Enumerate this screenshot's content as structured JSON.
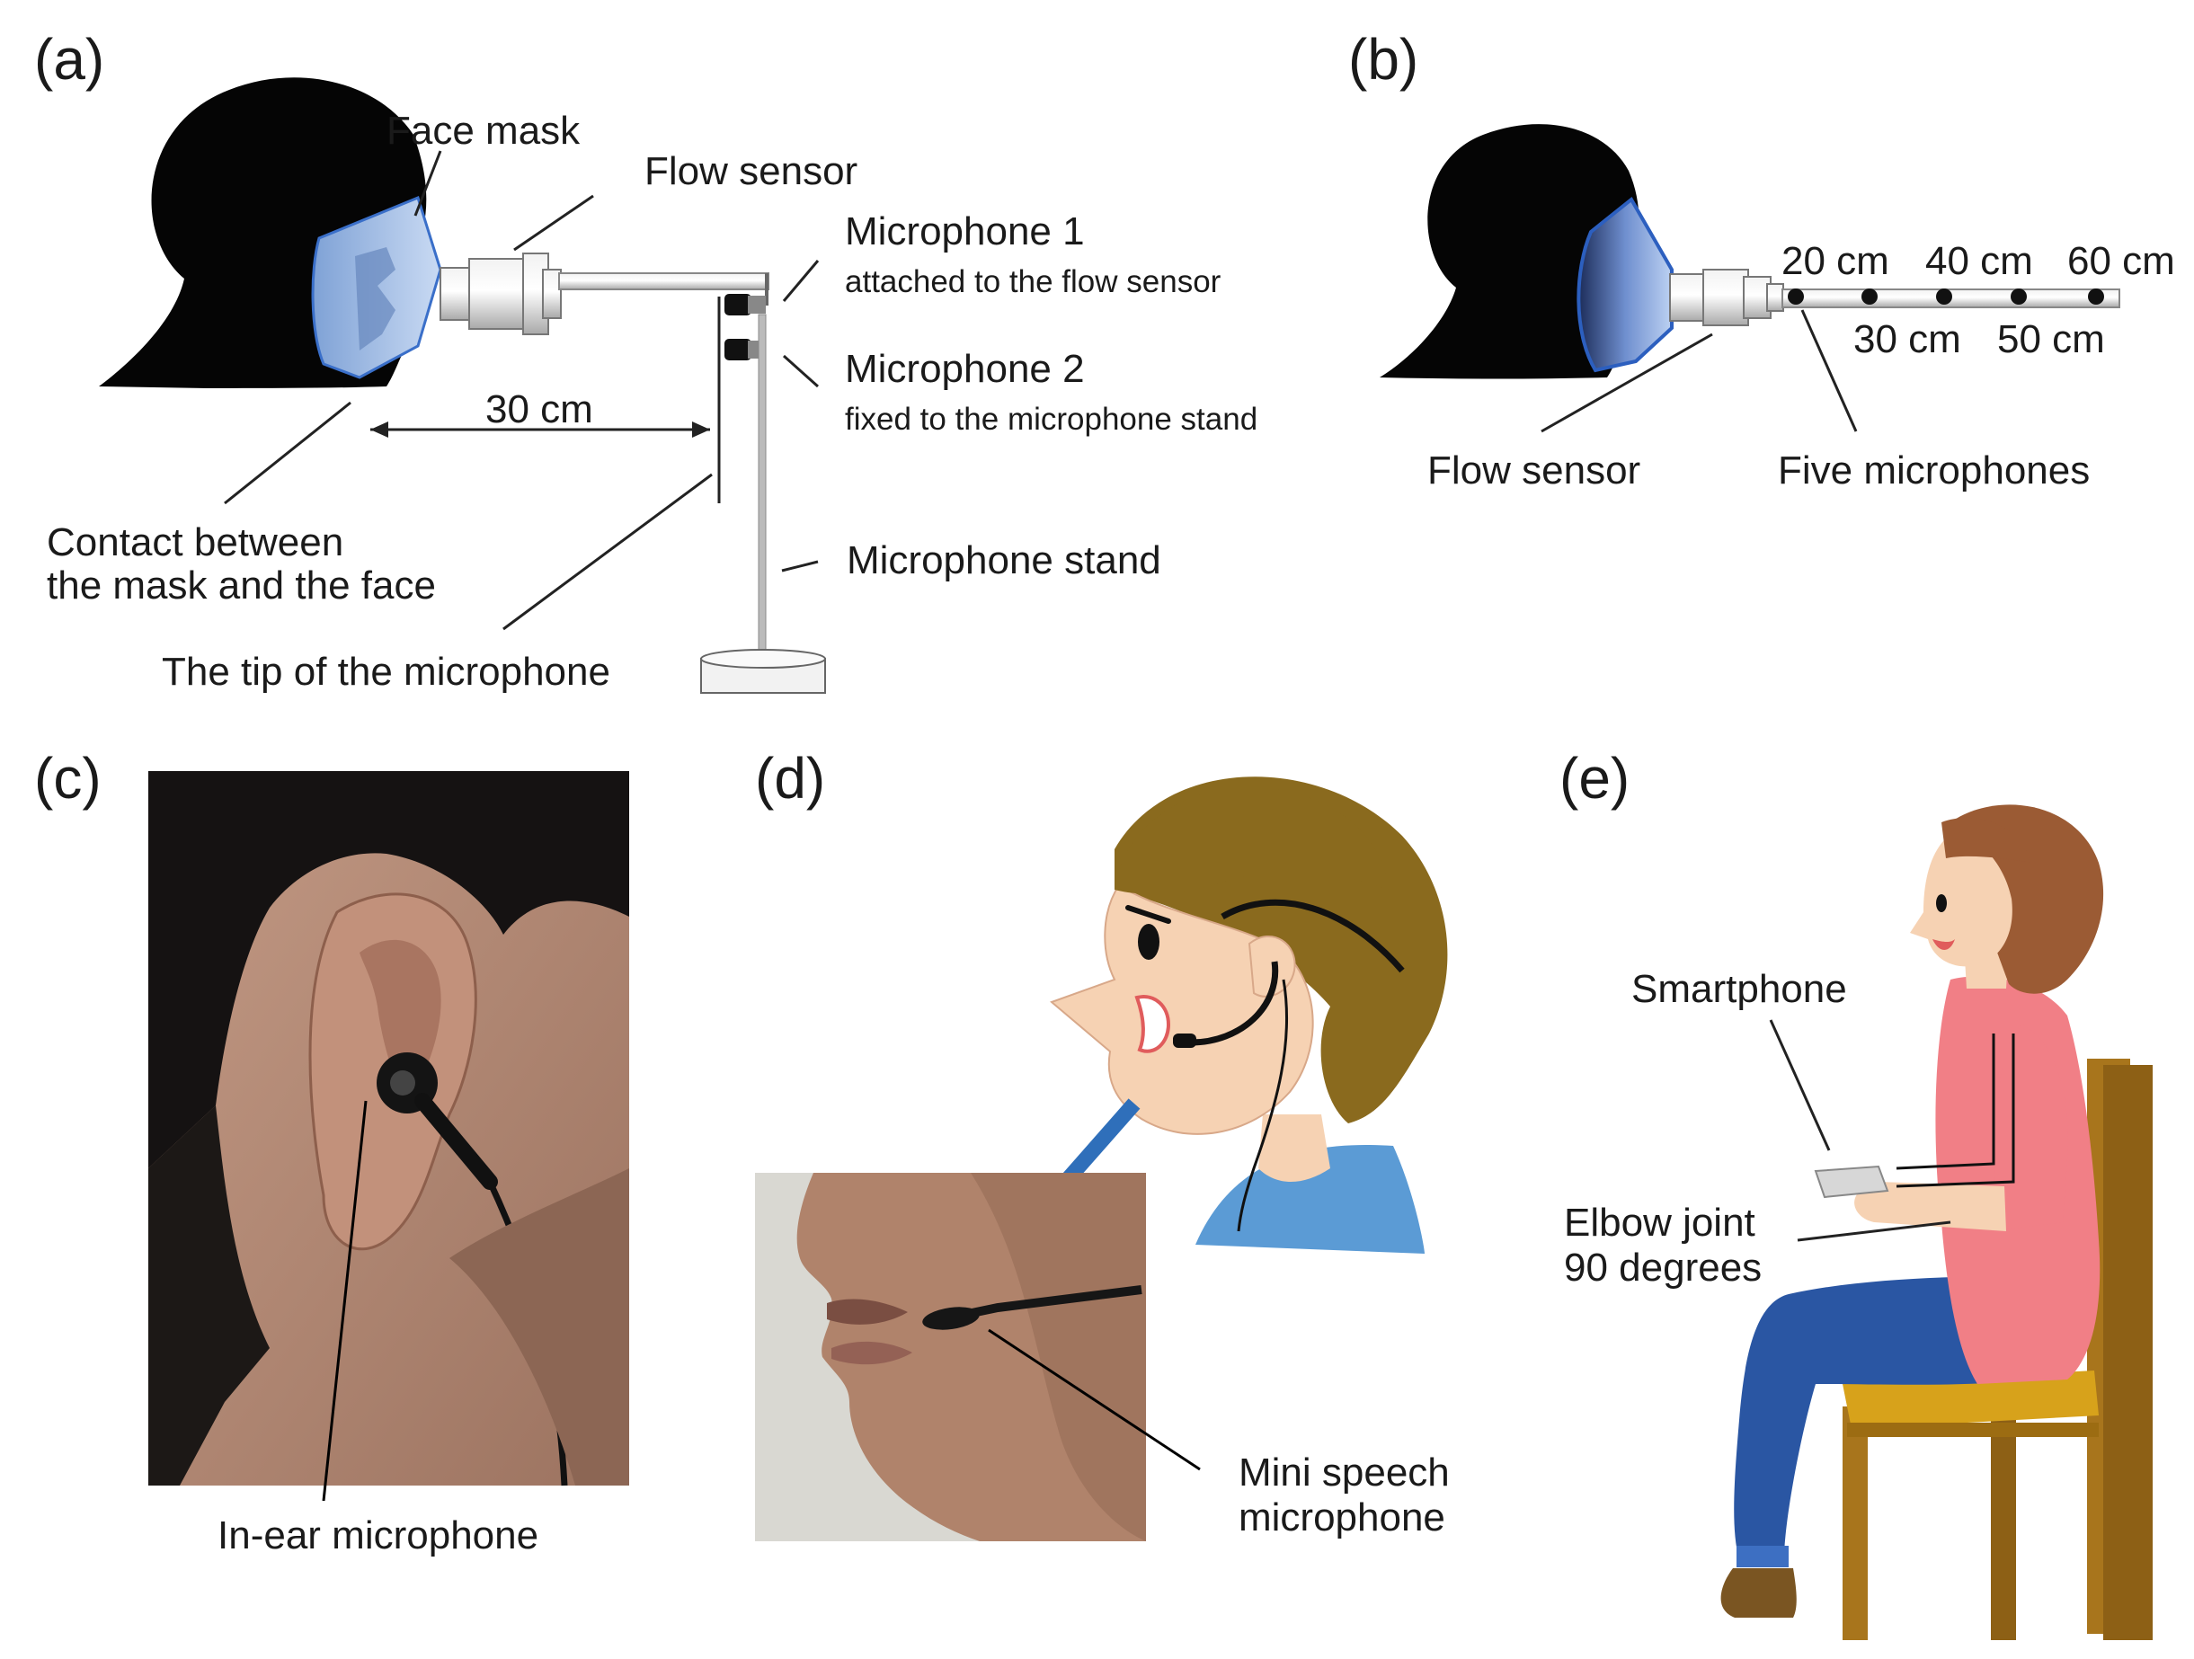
{
  "panel_labels": {
    "a": "(a)",
    "b": "(b)",
    "c": "(c)",
    "d": "(d)",
    "e": "(e)"
  },
  "panel_a": {
    "face_mask": "Face mask",
    "flow_sensor": "Flow sensor",
    "mic1_title": "Microphone 1",
    "mic1_sub": "attached to the flow sensor",
    "mic2_title": "Microphone 2",
    "mic2_sub": "fixed to the microphone stand",
    "distance": "30 cm",
    "contact_line1": "Contact between",
    "contact_line2": "the mask and the face",
    "mic_stand": "Microphone stand",
    "mic_tip": "The tip of the microphone"
  },
  "panel_b": {
    "d20": "20 cm",
    "d30": "30 cm",
    "d40": "40 cm",
    "d50": "50 cm",
    "d60": "60 cm",
    "flow_sensor": "Flow sensor",
    "five_mics": "Five microphones"
  },
  "panel_c": {
    "in_ear": "In-ear microphone"
  },
  "panel_d": {
    "mini_line1": "Mini speech",
    "mini_line2": "microphone"
  },
  "panel_e": {
    "smartphone": "Smartphone",
    "elbow_line1": "Elbow joint",
    "elbow_line2": "90 degrees"
  },
  "colors": {
    "mask_blue": "#a9c4e8",
    "hair_brown": "#8a6a1e",
    "skin": "#f6d2b3",
    "shirt_blue": "#5b9bd5",
    "top_pink": "#f17f86",
    "jeans_blue": "#2a56a3",
    "chair_wood": "#a8751c",
    "arrow_blue": "#2f6fba"
  }
}
